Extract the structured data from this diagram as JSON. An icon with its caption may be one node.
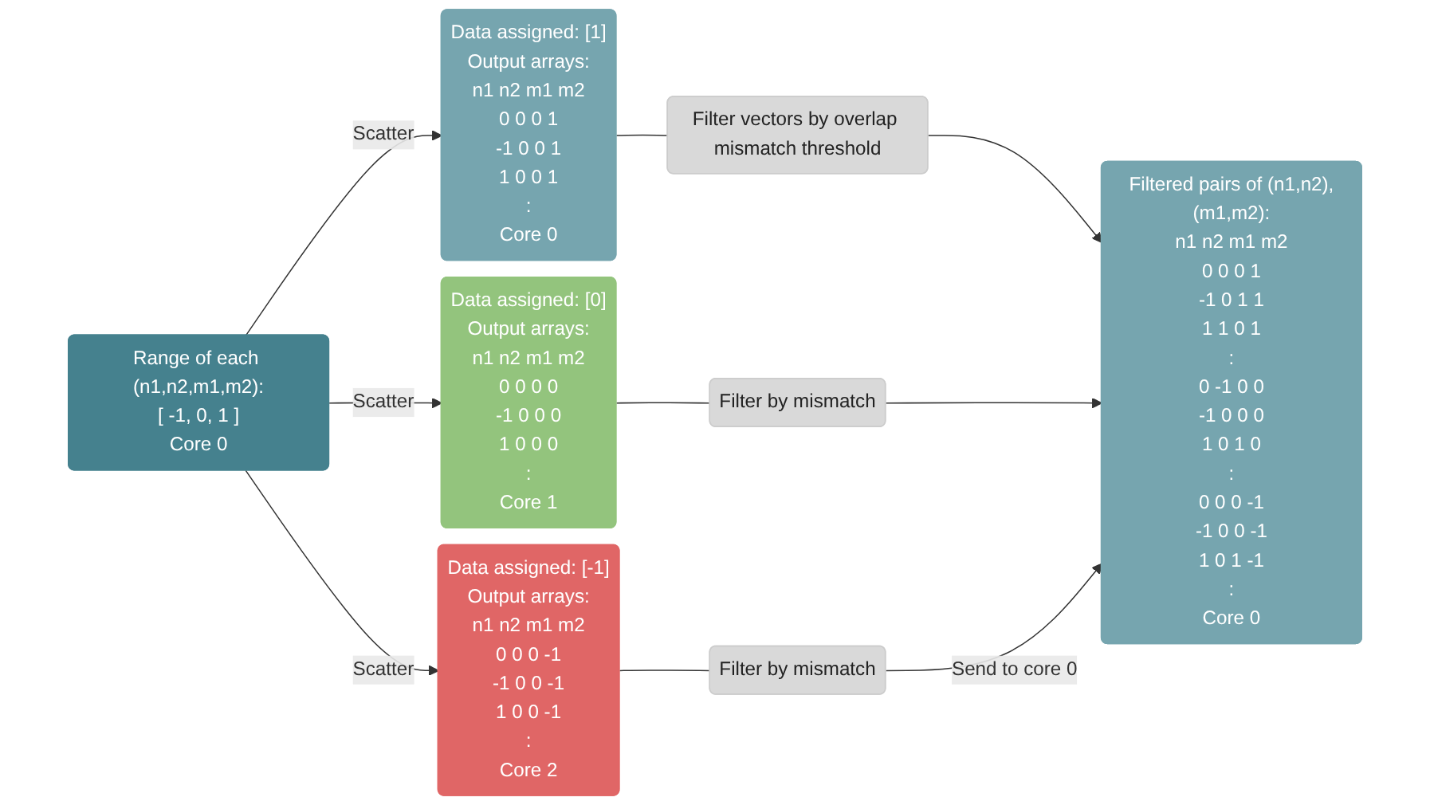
{
  "diagram": {
    "nodes": [
      {
        "text": [
          "Range of each (n1,n2,m1,m2):",
          "[ -1, 0, 1 ]",
          "Core 0"
        ]
      },
      {
        "text": [
          "Data assigned: [1]",
          "Output arrays:",
          "n1 n2 m1 m2",
          "0 0 0 1",
          "-1 0 0 1",
          "1 0 0 1",
          ":",
          "Core 0"
        ]
      },
      {
        "text": [
          "Data assigned: [0]",
          "Output arrays:",
          "n1 n2 m1 m2",
          "0 0 0 0",
          "-1 0 0 0",
          "1 0 0 0",
          ":",
          "Core 1"
        ]
      },
      {
        "text": [
          "Data assigned: [-1]",
          "Output arrays:",
          "n1 n2 m1 m2",
          "0 0 0 -1",
          "-1 0 0 -1",
          "1 0 0 -1",
          ":",
          "Core 2"
        ]
      },
      {
        "text": [
          "Filter vectors by overlap mismatch threshold"
        ]
      },
      {
        "text": [
          "Filter by mismatch"
        ]
      },
      {
        "text": [
          "Filter by mismatch"
        ]
      },
      {
        "text": [
          "Filtered pairs of (n1,n2),(m1,m2):",
          "n1 n2 m1 m2",
          "0 0 0 1",
          "-1 0 1 1",
          "1 1 0 1",
          ":",
          "0 -1 0 0",
          "-1 0 0 0",
          "1 0 1 0",
          ":",
          "0 0 0 -1",
          "-1 0 0 -1",
          "1 0 1 -1",
          ":",
          "Core 0"
        ]
      }
    ],
    "edges": [
      {
        "from": 0,
        "to": 1,
        "arrow": "to",
        "label": "Scatter"
      },
      {
        "from": 0,
        "to": 2,
        "arrow": "to",
        "label": "Scatter"
      },
      {
        "from": 0,
        "to": 3,
        "arrow": "to",
        "label": "Scatter"
      },
      {
        "from": 1,
        "to": 4,
        "arrow": "none"
      },
      {
        "from": 2,
        "to": 5,
        "arrow": "none"
      },
      {
        "from": 3,
        "to": 6,
        "arrow": "none"
      },
      {
        "from": 4,
        "to": 7,
        "arrow": "to"
      },
      {
        "from": 5,
        "to": 7,
        "arrow": "to"
      },
      {
        "from": 6,
        "to": 7,
        "arrow": "to",
        "label": "Send to core 0"
      }
    ]
  }
}
